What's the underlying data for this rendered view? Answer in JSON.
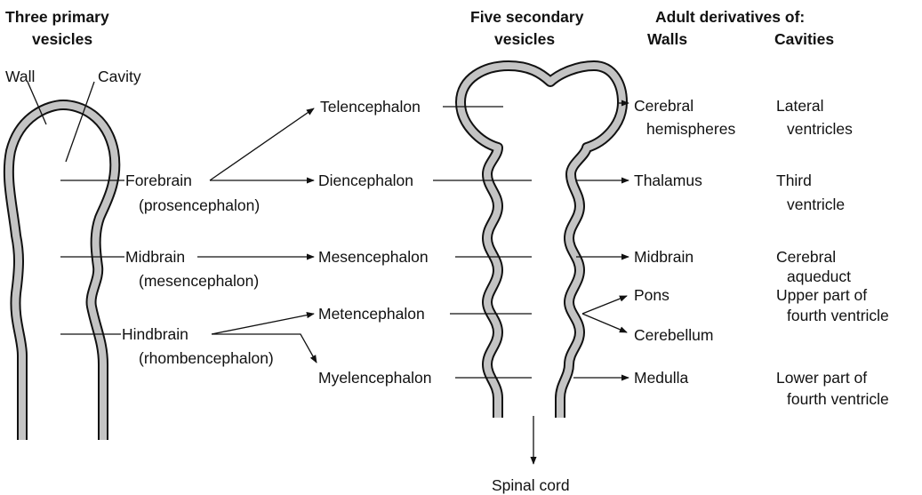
{
  "headers": {
    "primary": [
      "Three primary",
      "vesicles"
    ],
    "secondary": [
      "Five secondary",
      "vesicles"
    ],
    "adult": "Adult derivatives of:",
    "walls": "Walls",
    "cavities": "Cavities"
  },
  "tube_labels": {
    "wall": "Wall",
    "cavity": "Cavity"
  },
  "primary": [
    {
      "name": "Forebrain",
      "latin": "(prosencephalon)"
    },
    {
      "name": "Midbrain",
      "latin": "(mesencephalon)"
    },
    {
      "name": "Hindbrain",
      "latin": "(rhombencephalon)"
    }
  ],
  "secondary": [
    "Telencephalon",
    "Diencephalon",
    "Mesencephalon",
    "Metencephalon",
    "Myelencephalon"
  ],
  "walls": [
    [
      "Cerebral",
      "hemispheres"
    ],
    [
      "Thalamus"
    ],
    [
      "Midbrain"
    ],
    [
      "Pons"
    ],
    [
      "Cerebellum"
    ],
    [
      "Medulla"
    ]
  ],
  "cavities": [
    [
      "Lateral",
      "ventricles"
    ],
    [
      "Third",
      "ventricle"
    ],
    [
      "Cerebral",
      "aqueduct"
    ],
    [
      "Upper part of",
      "fourth ventricle"
    ],
    [
      "Lower part of",
      "fourth ventricle"
    ]
  ],
  "spinal_cord": "Spinal cord",
  "colors": {
    "ink": "#111111",
    "wall_fill": "#c4c4c4"
  }
}
